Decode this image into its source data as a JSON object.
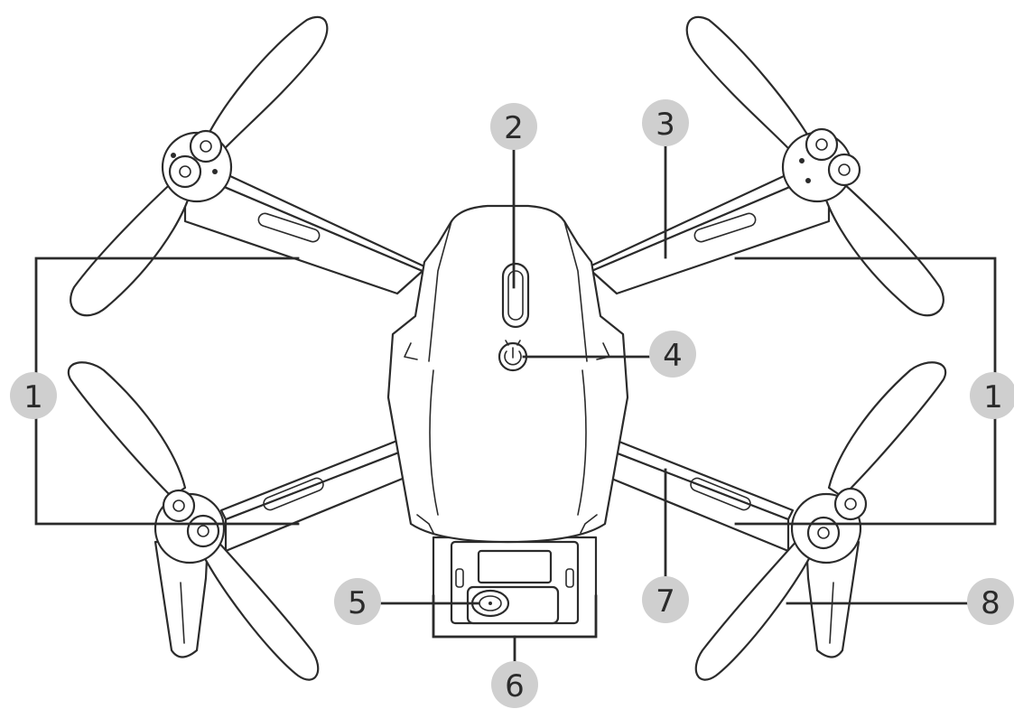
{
  "callouts": [
    {
      "id": "arm-left",
      "label": "1"
    },
    {
      "id": "arm-right",
      "label": "1"
    },
    {
      "id": "status-light",
      "label": "2"
    },
    {
      "id": "front-arm",
      "label": "3"
    },
    {
      "id": "power-button",
      "label": "4"
    },
    {
      "id": "camera-lens",
      "label": "5"
    },
    {
      "id": "camera-gimbal",
      "label": "6"
    },
    {
      "id": "rear-arm",
      "label": "7"
    },
    {
      "id": "propeller",
      "label": "8"
    }
  ],
  "colors": {
    "line": "#2b2b2b",
    "callout_fill": "#cfcfcf",
    "background": "#ffffff"
  }
}
